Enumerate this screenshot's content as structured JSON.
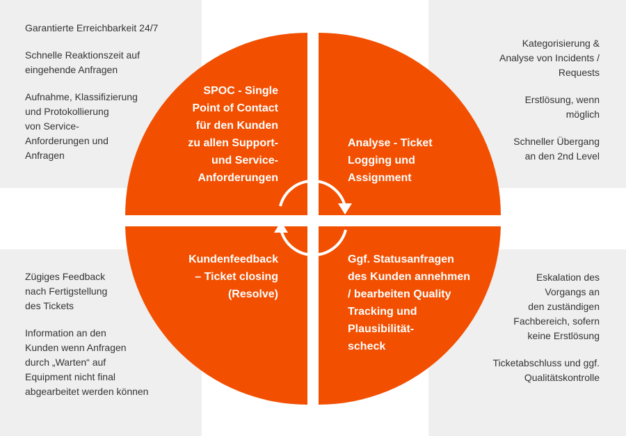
{
  "colors": {
    "panel_bg": "#efefef",
    "circle_fill": "#f24f00",
    "text_dark": "#333333",
    "text_light": "#ffffff"
  },
  "quadrants": {
    "top_left": {
      "label_lines": [
        "SPOC - Single",
        "Point of Contact",
        "für den Kunden",
        "zu allen Support-",
        "und Service-",
        "Anforderungen"
      ]
    },
    "top_right": {
      "label_lines": [
        "Analyse - Ticket",
        "Logging und",
        "Assignment"
      ]
    },
    "bottom_left": {
      "label_lines": [
        "Kundenfeedback",
        "– Ticket closing",
        "(Resolve)"
      ]
    },
    "bottom_right": {
      "label_lines": [
        "Ggf. Statusanfragen",
        "des Kunden annehmen",
        "/ bearbeiten Quality",
        "Tracking und",
        "Plausibilität-",
        "scheck"
      ]
    }
  },
  "notes": {
    "top_left": [
      [
        "Garantierte Erreichbarkeit 24/7"
      ],
      [
        "Schnelle Reaktionszeit auf",
        "eingehende Anfragen"
      ],
      [
        "Aufnahme, Klassifizierung",
        "und Protokollierung",
        "von Service-",
        "Anforderungen und",
        "Anfragen"
      ]
    ],
    "top_right": [
      [
        "Kategorisierung &",
        "Analyse von Incidents /",
        "Requests"
      ],
      [
        "Erstlösung, wenn",
        "möglich"
      ],
      [
        "Schneller Übergang",
        "an den 2nd Level"
      ]
    ],
    "bottom_left": [
      [
        "Zügiges Feedback",
        "nach Fertigstellung",
        "des Tickets"
      ],
      [
        "Information an den",
        "Kunden wenn Anfragen",
        "durch „Warten“ auf",
        "Equipment nicht final",
        "abgearbeitet werden können"
      ]
    ],
    "bottom_right": [
      [
        "Eskalation des",
        "Vorgangs an",
        "den zuständigen",
        "Fachbereich, sofern",
        "keine Erstlösung"
      ],
      [
        "Ticketabschluss und ggf.",
        "Qualitätskontrolle"
      ]
    ],
    "cycle_icon": "circular-arrows-icon"
  }
}
